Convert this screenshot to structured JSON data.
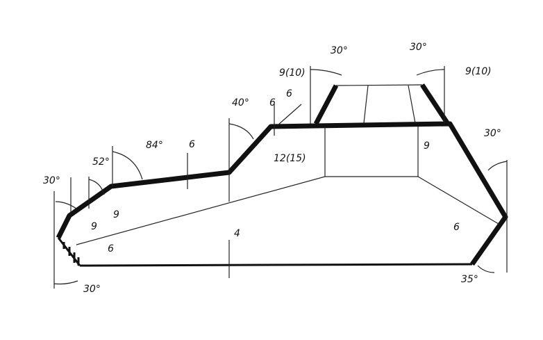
{
  "title": "Hull and turret armor cross-section",
  "labels": {
    "turret_left_angle": "30°",
    "turret_left_thickness": "9(10)",
    "turret_right_angle": "30°",
    "turret_right_thickness": "9(10)",
    "superstructure_angle": "40°",
    "roof_thickness": "6",
    "roof_plate_thickness": "6",
    "superstructure_front_thickness": "12(15)",
    "glacis_angle": "84°",
    "glacis_thickness": "6",
    "upper_front_angle": "52°",
    "upper_front_thickness": "9",
    "nose_angle": "30°",
    "nose_thickness": "9",
    "lower_front_thickness": "6",
    "lower_front_angle": "30°",
    "bottom_thickness": "4",
    "rear_upper_thickness": "9",
    "rear_upper_angle": "30°",
    "rear_lower_thickness": "6",
    "rear_lower_angle": "35°"
  }
}
